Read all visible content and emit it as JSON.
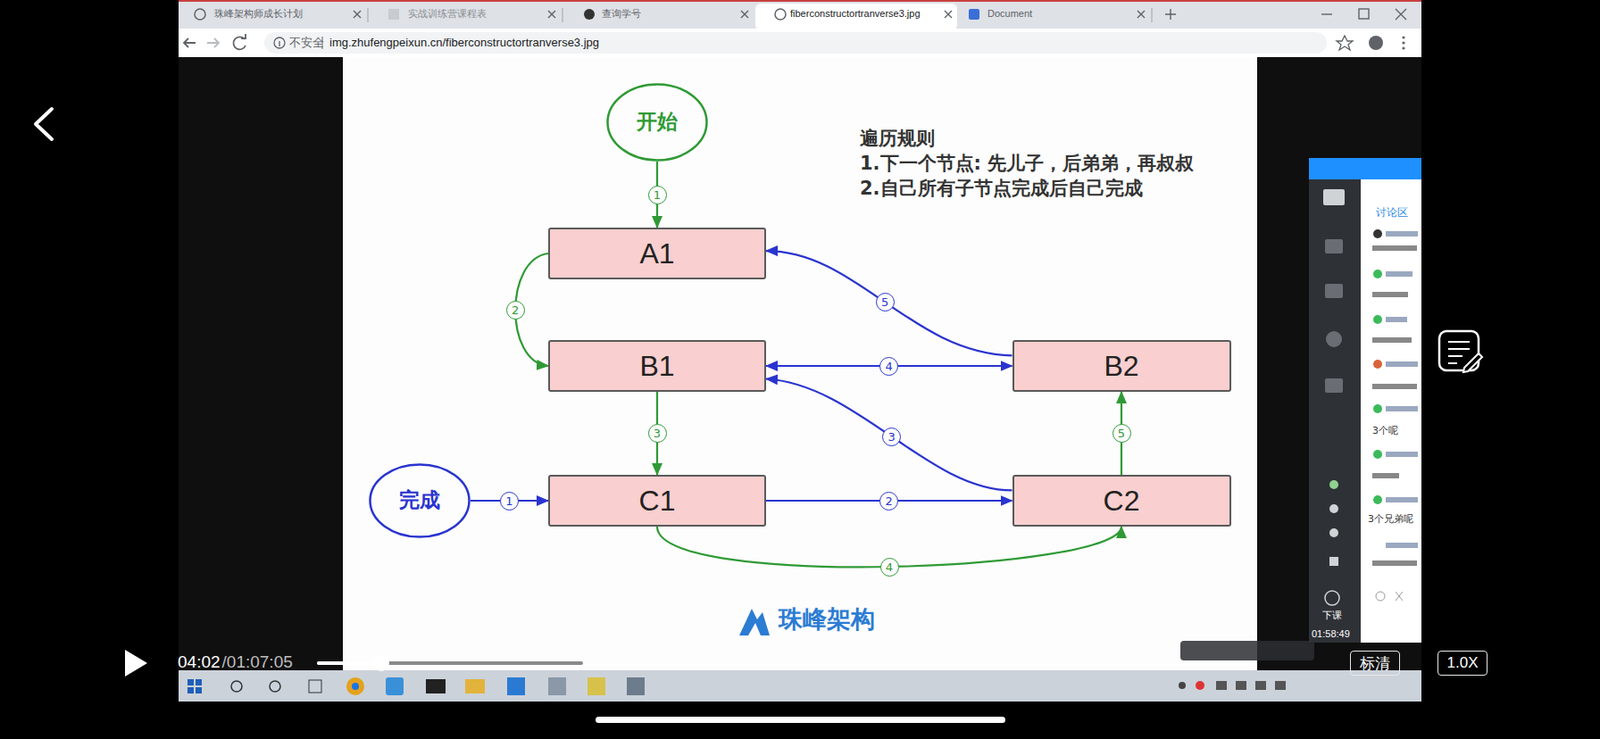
{
  "diagram": {
    "title": "遍历规则",
    "nodes": [
      {
        "text": [
          "开始"
        ]
      },
      {
        "text": [
          "A1"
        ]
      },
      {
        "text": [
          "B1"
        ]
      },
      {
        "text": [
          "B2"
        ]
      },
      {
        "text": [
          "完成"
        ]
      },
      {
        "text": [
          "C1"
        ]
      },
      {
        "text": [
          "C2"
        ]
      }
    ],
    "edges": [
      {
        "from": 0,
        "to": 1,
        "label": "1",
        "arrow": "to"
      },
      {
        "from": 1,
        "to": 2,
        "label": "2",
        "arrow": "to"
      },
      {
        "from": 2,
        "to": 5,
        "label": "3",
        "arrow": "to"
      },
      {
        "from": 5,
        "to": 6,
        "label": "4",
        "arrow": "to"
      },
      {
        "from": 6,
        "to": 3,
        "label": "5",
        "arrow": "to"
      },
      {
        "from": 4,
        "to": 5,
        "label": "1",
        "arrow": "to"
      },
      {
        "from": 5,
        "to": 6,
        "label": "2",
        "arrow": "to"
      },
      {
        "from": 6,
        "to": 2,
        "label": "3",
        "arrow": "to"
      },
      {
        "from": 3,
        "to": 2,
        "label": "4",
        "arrow": "both"
      },
      {
        "from": 3,
        "to": 1,
        "label": "5",
        "arrow": "to"
      }
    ],
    "labels": [
      "1.下一个节点: 先儿子，后弟弟，再叔叔",
      "2.自己所有子节点完成后自己完成",
      "珠峰架构",
      "珠峰架构师成长计划",
      "实战训练营课程表",
      "查询学号",
      "fiberconstructortranverse3.jpg",
      "Document",
      "不安全",
      "img.zhufengpeixun.cn/fiberconstructortranverse3.jpg",
      "讨论区",
      "3个呢",
      "3个兄弟呢",
      "01:58:49",
      "下课",
      "04:02",
      "/01:07:05",
      "标清",
      "1.0X"
    ]
  }
}
